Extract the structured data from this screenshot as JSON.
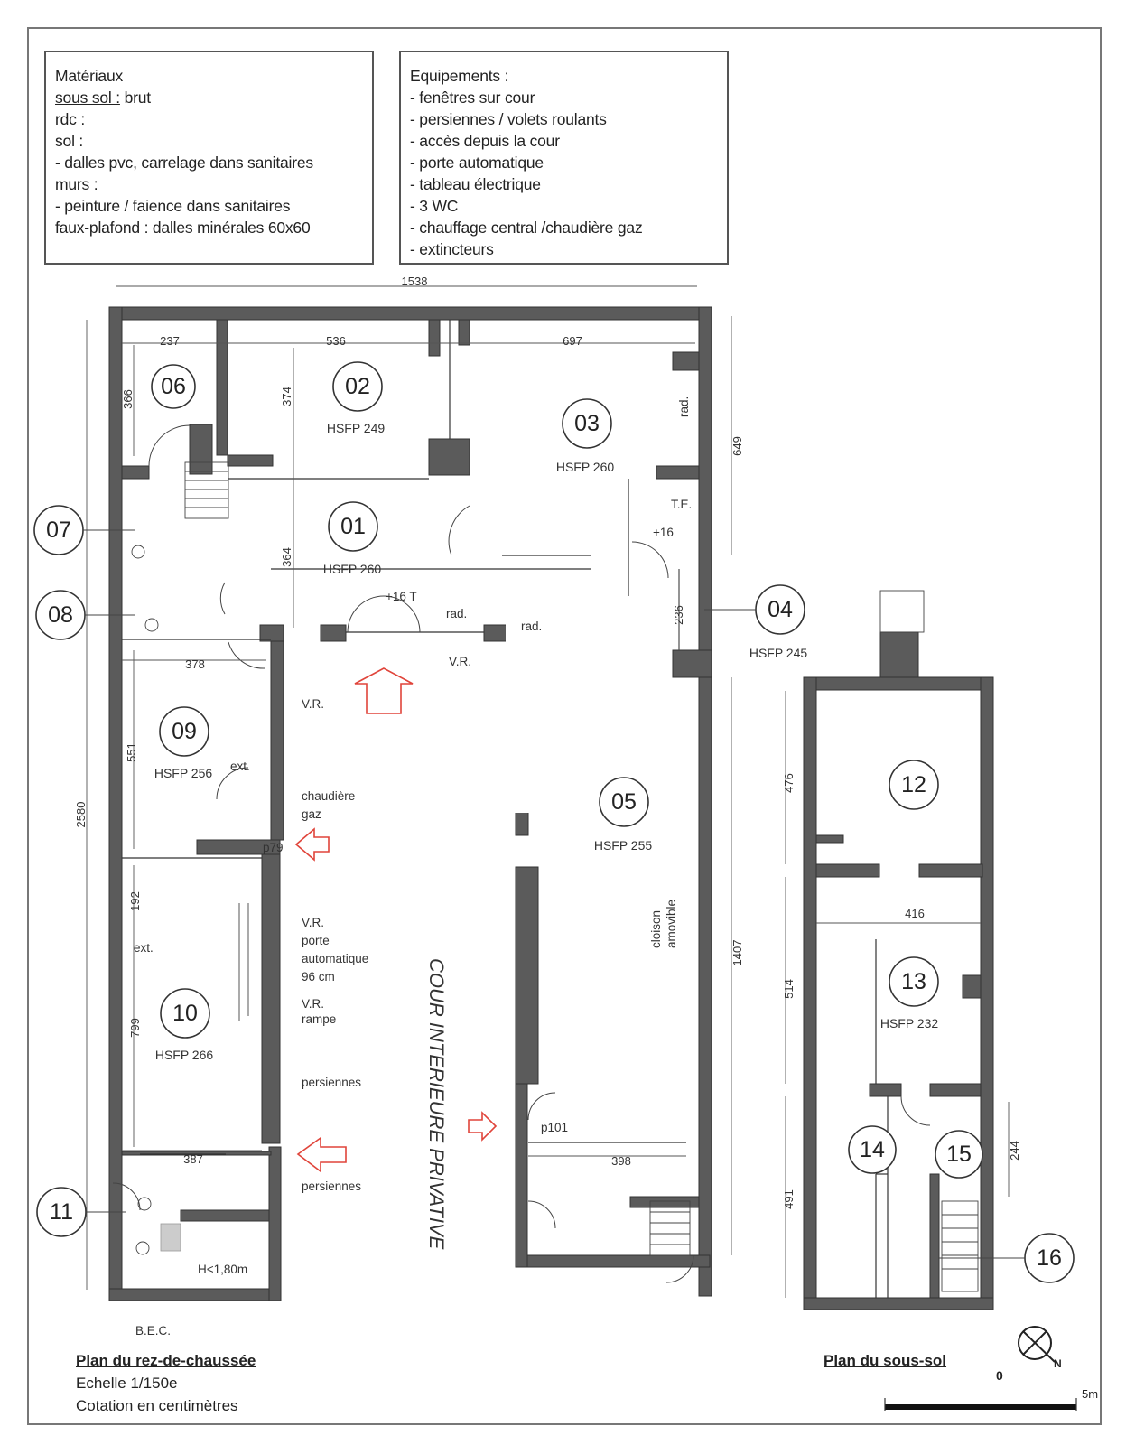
{
  "materials": {
    "title": "Matériaux",
    "lines": [
      {
        "text": "sous sol :",
        "rest": " brut",
        "u": true
      },
      {
        "text": "rdc :",
        "rest": "",
        "u": true
      },
      {
        "text": "sol :",
        "rest": "",
        "u": false
      },
      {
        "text": "- dalles pvc, carrelage dans sanitaires",
        "rest": "",
        "u": false
      },
      {
        "text": "murs  :",
        "rest": "",
        "u": false
      },
      {
        "text": "- peinture / faience dans sanitaires",
        "rest": "",
        "u": false
      },
      {
        "text": "faux-plafond : dalles minérales 60x60",
        "rest": "",
        "u": false
      }
    ]
  },
  "equipment": {
    "title": "Equipements :",
    "items": [
      "- fenêtres sur cour",
      "- persiennes / volets roulants",
      "- accès depuis la cour",
      "- porte automatique",
      "- tableau électrique",
      "- 3 WC",
      "- chauffage central /chaudière gaz",
      "- extincteurs"
    ]
  },
  "rooms": [
    {
      "num": "06",
      "code": ""
    },
    {
      "num": "02",
      "code": "HSFP 249"
    },
    {
      "num": "03",
      "code": "HSFP 260"
    },
    {
      "num": "01",
      "code": "HSFP 260"
    },
    {
      "num": "07",
      "code": ""
    },
    {
      "num": "08",
      "code": ""
    },
    {
      "num": "04",
      "code": "HSFP 245"
    },
    {
      "num": "09",
      "code": "HSFP 256"
    },
    {
      "num": "05",
      "code": "HSFP 255"
    },
    {
      "num": "10",
      "code": "HSFP 266"
    },
    {
      "num": "11",
      "code": ""
    },
    {
      "num": "12",
      "code": ""
    },
    {
      "num": "13",
      "code": "HSFP 232"
    },
    {
      "num": "14",
      "code": ""
    },
    {
      "num": "15",
      "code": ""
    },
    {
      "num": "16",
      "code": ""
    }
  ],
  "dimensions": [
    "1538",
    "237",
    "536",
    "697",
    "366",
    "374",
    "364",
    "649",
    "236",
    "378",
    "551",
    "2580",
    "192",
    "799",
    "387",
    "398",
    "1407",
    "476",
    "416",
    "514",
    "244",
    "491"
  ],
  "annotations": {
    "te": "T.E.",
    "plus16": "+16",
    "plus16b": "+16 T",
    "rad1": "rad.",
    "rad2": "rad.",
    "rad3": "rad.",
    "vr1": "V.R.",
    "vr2": "V.R.",
    "vr3": "V.R.",
    "vr4": "V.R.",
    "ext1": "ext.",
    "ext2": "ext.",
    "chaudiere": "chaudière",
    "gaz": "gaz",
    "porte": "porte",
    "automatique": "automatique",
    "cm96": "96 cm",
    "rampe": "rampe",
    "persiennes1": "persiennes",
    "persiennes2": "persiennes",
    "cloison1": "cloison",
    "cloison2": "amovible",
    "p101": "p101",
    "p79": "p79",
    "hl180": "H<1,80m",
    "bec": "B.E.C.",
    "court": "COUR INTERIEURE PRIVATIVE"
  },
  "captions": {
    "rdc_title": "Plan du rez-de-chaussée",
    "rdc_scale": "Echelle 1/150e",
    "rdc_units": "Cotation en centimètres",
    "ss_title": "Plan du sous-sol",
    "scale_0": "0",
    "scale_5": "5m",
    "north": "N"
  },
  "colors": {
    "wall": "#5b5b5b",
    "line": "#333333",
    "arrow": "#e0443a"
  }
}
